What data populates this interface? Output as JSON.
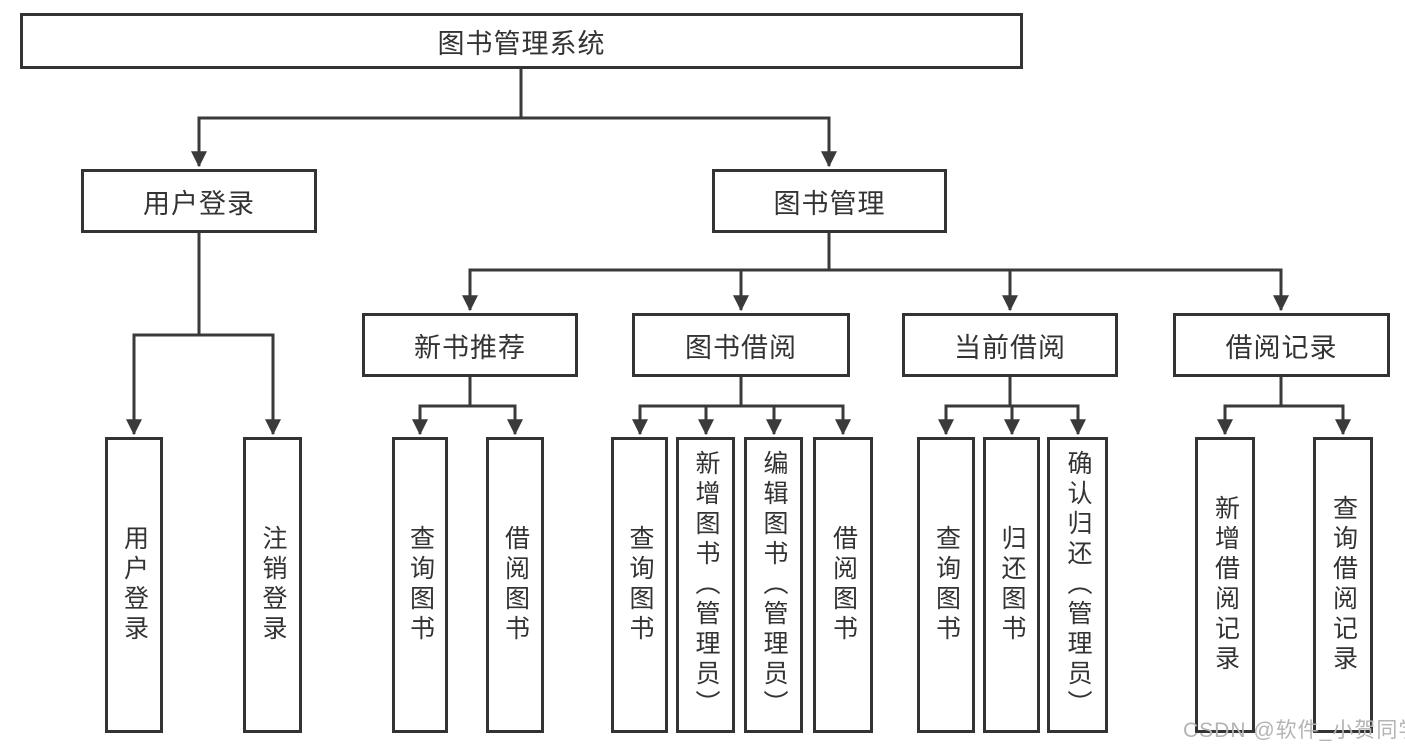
{
  "colors": {
    "line": "#3a3a3a",
    "box_border": "#333333",
    "text": "#333333",
    "watermark": "#b4b4b4",
    "background": "#ffffff"
  },
  "diagram": {
    "title": "图书管理系统",
    "root": {
      "label": "图书管理系统"
    },
    "level1": [
      {
        "label": "用户登录"
      },
      {
        "label": "图书管理"
      }
    ],
    "level2": [
      {
        "label": "新书推荐"
      },
      {
        "label": "图书借阅"
      },
      {
        "label": "当前借阅"
      },
      {
        "label": "借阅记录"
      }
    ],
    "leaves": [
      {
        "label": "用户登录",
        "parent": "用户登录"
      },
      {
        "label": "注销登录",
        "parent": "用户登录"
      },
      {
        "label": "查询图书",
        "parent": "新书推荐"
      },
      {
        "label": "借阅图书",
        "parent": "新书推荐"
      },
      {
        "label": "查询图书",
        "parent": "图书借阅"
      },
      {
        "label": "新增图书（管理员）",
        "parent": "图书借阅"
      },
      {
        "label": "编辑图书（管理员）",
        "parent": "图书借阅"
      },
      {
        "label": "借阅图书",
        "parent": "图书借阅"
      },
      {
        "label": "查询图书",
        "parent": "当前借阅"
      },
      {
        "label": "归还图书",
        "parent": "当前借阅"
      },
      {
        "label": "确认归还（管理员）",
        "parent": "当前借阅"
      },
      {
        "label": "新增借阅记录",
        "parent": "借阅记录"
      },
      {
        "label": "查询借阅记录",
        "parent": "借阅记录"
      }
    ]
  },
  "watermark": {
    "text": "CSDN @软件_小贺同学"
  }
}
